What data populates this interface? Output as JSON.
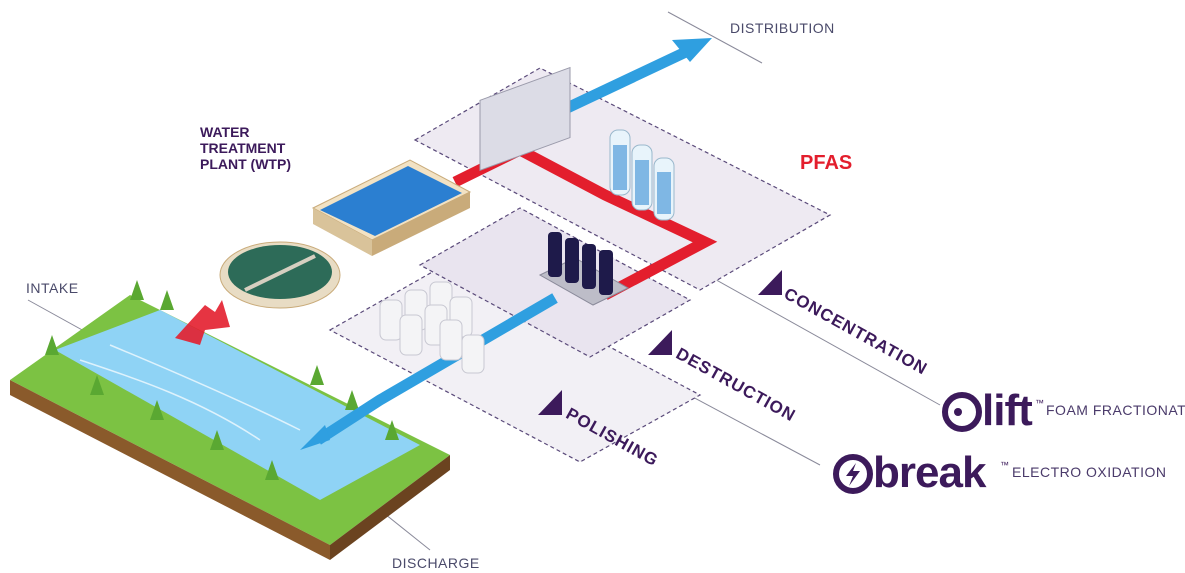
{
  "labels": {
    "distribution": "DISTRIBUTION",
    "wtp": "WATER TREATMENT PLANT (WTP)",
    "pfas": "PFAS",
    "intake": "INTAKE",
    "discharge": "DISCHARGE",
    "concentration": "CONCENTRATION",
    "destruction": "DESTRUCTION",
    "polishing": "POLISHING"
  },
  "brands": {
    "lift": {
      "name": "lift",
      "tm": "™",
      "caption": "FOAM FRACTIONATION"
    },
    "break": {
      "name": "break",
      "tm": "™",
      "caption": "ELECTRO OXIDATION"
    }
  },
  "colors": {
    "purple": "#3c1a5b",
    "red_flow": "#e31e2d",
    "blue_flow": "#2f9fe0",
    "river": "#8fd3f5",
    "grass": "#7cc243",
    "soil": "#8a5a2b"
  }
}
